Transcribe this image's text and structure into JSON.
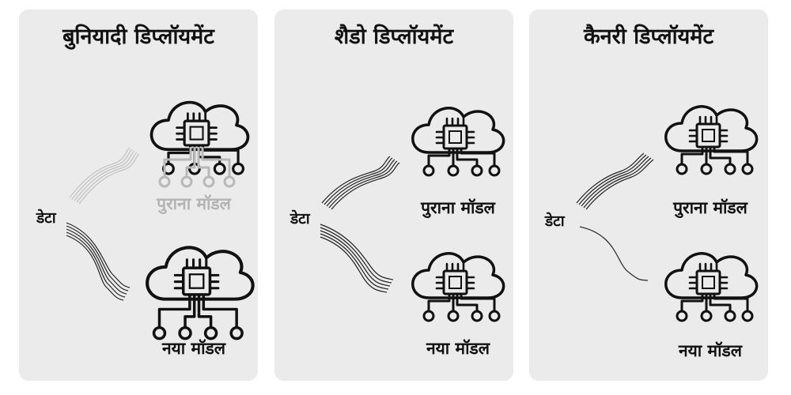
{
  "panels": [
    {
      "id": "basic",
      "title": "बुनियादी डिप्लॉयमेंट",
      "data_label": "डेटा",
      "old_model_label": "पुराना मॉडल",
      "new_model_label": "नया मॉडल",
      "old_model_state": "faded",
      "old_model_traffic": "faded",
      "new_model_traffic": "full"
    },
    {
      "id": "shadow",
      "title": "शैडो डिप्लॉयमेंट",
      "data_label": "डेटा",
      "old_model_label": "पुराना मॉडल",
      "new_model_label": "नया मॉडल",
      "old_model_state": "active",
      "old_model_traffic": "full",
      "new_model_traffic": "full"
    },
    {
      "id": "canary",
      "title": "कैनरी डिप्लॉयमेंट",
      "data_label": "डेटा",
      "old_model_label": "पुराना मॉडल",
      "new_model_label": "नया मॉडल",
      "old_model_state": "active",
      "old_model_traffic": "full",
      "new_model_traffic": "small"
    }
  ],
  "icons": {
    "model": "cloud-chip-network-icon",
    "traffic": "data-stream-lines"
  },
  "colors": {
    "panel_background": "#ebebeb",
    "ink": "#111111",
    "faded": "#b3b3b3"
  }
}
